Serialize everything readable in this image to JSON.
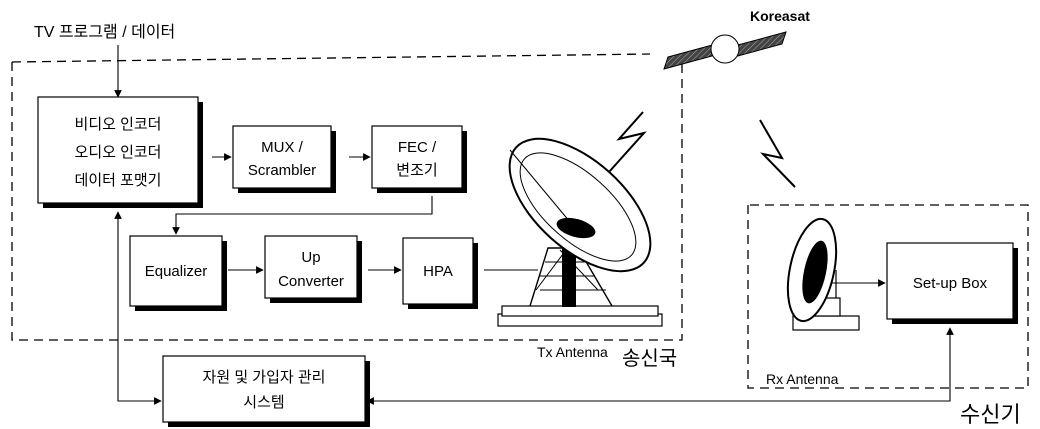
{
  "input_label": "TV 프로그램 / 데이터",
  "satellite_label": "Koreasat",
  "blocks": {
    "encoder": [
      "비디오 인코더",
      "오디오 인코더",
      "데이터 포맷기"
    ],
    "mux": [
      "MUX /",
      "Scrambler"
    ],
    "fec": [
      "FEC /",
      "변조기"
    ],
    "equalizer": [
      "Equalizer"
    ],
    "upconverter": [
      "Up",
      "Converter"
    ],
    "hpa": [
      "HPA"
    ],
    "settop": [
      "Set-up Box"
    ],
    "mgmt": [
      "자원 및 가입자 관리",
      "시스템"
    ]
  },
  "labels": {
    "tx_antenna": "Tx Antenna",
    "tx_station": "송신국",
    "rx_antenna": "Rx Antenna",
    "receiver": "수신기"
  }
}
